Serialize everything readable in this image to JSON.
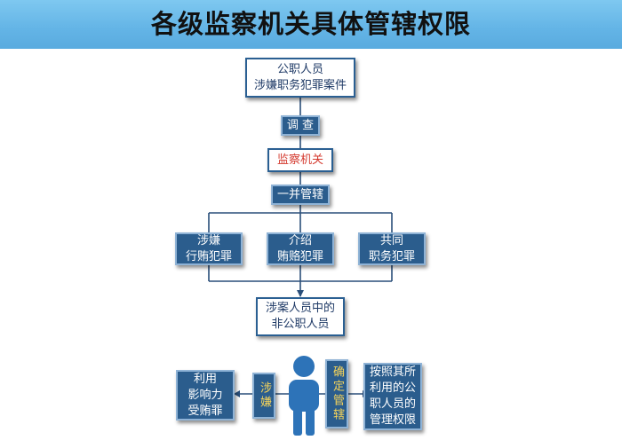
{
  "title": "各级监察机关具体管辖权限",
  "nodes": {
    "officials": [
      "公职人员",
      "涉嫌职务犯罪案件"
    ],
    "investigate": "调 查",
    "supervisory": "监察机关",
    "jointly": "一并管辖",
    "bribe_giving": [
      "涉嫌",
      "行贿犯罪"
    ],
    "intro_bribe": [
      "介绍",
      "贿赂犯罪"
    ],
    "joint_crime": [
      "共同",
      "职务犯罪"
    ],
    "non_officials": [
      "涉案人员中的",
      "非公职人员"
    ],
    "influence": [
      "利用",
      "影响力",
      "受贿罪"
    ],
    "suspected": "涉嫌",
    "determine": "确定管辖",
    "authority": [
      "按照其所",
      "利用的公",
      "职人员的",
      "管理权限"
    ]
  },
  "colors": {
    "title_bar": "#63b4e6",
    "box_border": "#2a5f92",
    "box_fill": "#2b5d8d",
    "text_dark": "#1f3a66",
    "accent_red": "#d43a2f",
    "highlight": "#f5d35a",
    "person": "#2d73b8"
  },
  "icons": {
    "person": "person-silhouette-icon"
  }
}
